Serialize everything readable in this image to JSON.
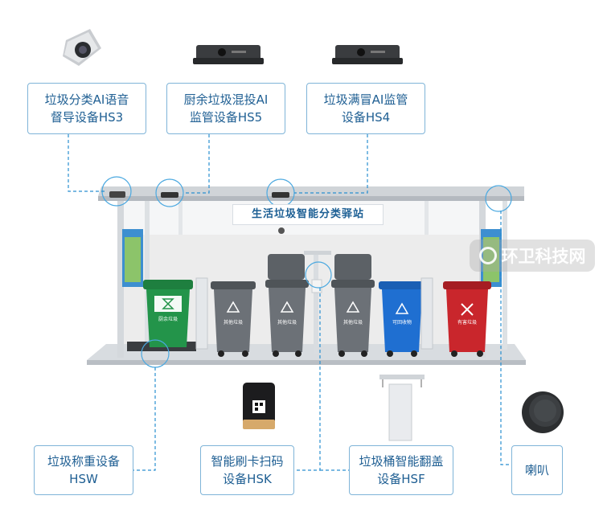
{
  "station": {
    "sign": "生活垃圾智能分类驿站"
  },
  "labels": {
    "hs3": {
      "line1": "垃圾分类AI语音",
      "line2": "督导设备HS3"
    },
    "hs5": {
      "line1": "厨余垃圾混投AI",
      "line2": "监管设备HS5"
    },
    "hs4": {
      "line1": "垃圾满冒AI监管",
      "line2": "设备HS4"
    },
    "hsw": {
      "line1": "垃圾称重设备",
      "line2": "HSW"
    },
    "hsk": {
      "line1": "智能刷卡扫码",
      "line2": "设备HSK"
    },
    "hsf": {
      "line1": "垃圾桶智能翻盖",
      "line2": "设备HSF"
    },
    "speaker": {
      "line1": "喇叭"
    }
  },
  "bins": [
    {
      "label": "厨余垃圾",
      "color": "#23944a"
    },
    {
      "label": "其他垃圾",
      "color": "#6c7177"
    },
    {
      "label": "其他垃圾",
      "color": "#6c7177"
    },
    {
      "label": "其他垃圾",
      "color": "#6c7177"
    },
    {
      "label": "可回收物",
      "color": "#1f6fd1"
    },
    {
      "label": "有害垃圾",
      "color": "#c9262c"
    }
  ],
  "watermark": {
    "text": "环卫科技网"
  },
  "colors": {
    "accent": "#1f5f93",
    "box_border": "#7fb4d8",
    "leader": "#2a8fd0"
  }
}
